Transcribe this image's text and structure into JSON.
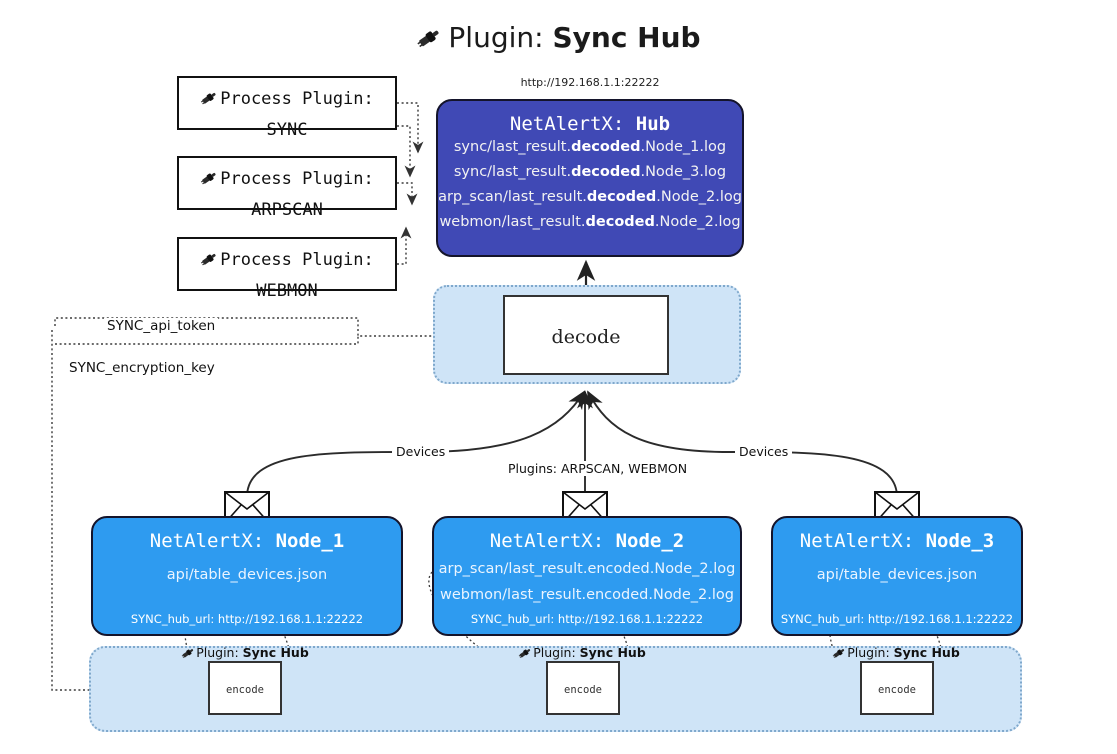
{
  "title": {
    "prefix": "Plugin: ",
    "name": "Sync Hub",
    "icon": "plug-icon"
  },
  "hub": {
    "url": "http://192.168.1.1:22222",
    "label_prefix": "NetAlertX: ",
    "label_name": "Hub",
    "files": [
      {
        "pre": "sync/last_result.",
        "mid": "decoded",
        "post": ".Node_1.log"
      },
      {
        "pre": "sync/last_result.",
        "mid": "decoded",
        "post": ".Node_3.log"
      },
      {
        "pre": "arp_scan/last_result.",
        "mid": "decoded",
        "post": ".Node_2.log"
      },
      {
        "pre": "webmon/last_result.",
        "mid": "decoded",
        "post": ".Node_2.log"
      }
    ]
  },
  "process_plugins": [
    {
      "line1": "Process Plugin:",
      "line2": "SYNC",
      "icon": "plug-icon"
    },
    {
      "line1": "Process Plugin:",
      "line2": "ARPSCAN",
      "icon": "plug-icon"
    },
    {
      "line1": "Process Plugin:",
      "line2": "WEBMON",
      "icon": "plug-icon"
    }
  ],
  "decode": {
    "label": "decode"
  },
  "tokens": [
    {
      "label": "SYNC_api_token"
    },
    {
      "label": "SYNC_encryption_key"
    }
  ],
  "edge_labels": {
    "left_devices": "Devices",
    "center_plugins": "Plugins: ARPSCAN, WEBMON",
    "right_devices": "Devices"
  },
  "nodes": [
    {
      "label_prefix": "NetAlertX: ",
      "label_name": "Node_1",
      "files": [
        "api/table_devices.json"
      ],
      "hub_url": "SYNC_hub_url: http://192.168.1.1:22222",
      "mail_icon": "envelope-icon"
    },
    {
      "label_prefix": "NetAlertX: ",
      "label_name": "Node_2",
      "files": [
        "arp_scan/last_result.encoded.Node_2.log",
        "webmon/last_result.encoded.Node_2.log"
      ],
      "hub_url": "SYNC_hub_url: http://192.168.1.1:22222",
      "mail_icon": "envelope-icon"
    },
    {
      "label_prefix": "NetAlertX: ",
      "label_name": "Node_3",
      "files": [
        "api/table_devices.json"
      ],
      "hub_url": "SYNC_hub_url: http://192.168.1.1:22222",
      "mail_icon": "envelope-icon"
    }
  ],
  "encoders": [
    {
      "plugin_prefix": "Plugin: ",
      "plugin_name": "Sync Hub",
      "box_label": "encode",
      "icon": "plug-icon"
    },
    {
      "plugin_prefix": "Plugin: ",
      "plugin_name": "Sync Hub",
      "box_label": "encode",
      "icon": "plug-icon"
    },
    {
      "plugin_prefix": "Plugin: ",
      "plugin_name": "Sync Hub",
      "box_label": "encode",
      "icon": "plug-icon"
    }
  ],
  "colors": {
    "hub_fill": "#4049b5",
    "node_fill": "#2e9bf0",
    "container_fill": "#cfe4f7",
    "container_border": "#7fa8cc",
    "stroke": "#14142b"
  }
}
